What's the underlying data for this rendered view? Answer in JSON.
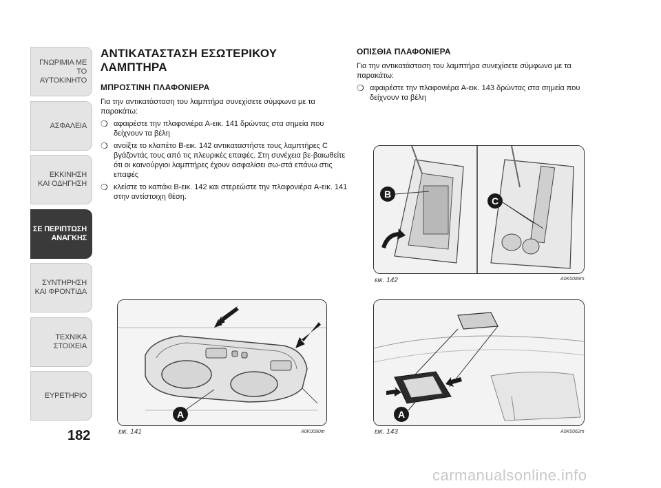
{
  "sidebar": {
    "tabs": [
      {
        "label": "ΓΝΩΡΙΜΙΑ ΜΕ ΤΟ\nΑΥΤΟΚΙΝΗΤΟ",
        "active": false
      },
      {
        "label": "ΑΣΦΑΛΕΙΑ",
        "active": false
      },
      {
        "label": "ΕΚΚΙΝΗΣΗ\nΚΑΙ ΟΔΗΓΗΣΗ",
        "active": false
      },
      {
        "label": "ΣΕ ΠΕΡΙΠΤΩΣΗ\nΑΝΑΓΚΗΣ",
        "active": true
      },
      {
        "label": "ΣΥΝΤΗΡΗΣΗ\nΚΑΙ ΦΡΟΝΤΙΔΑ",
        "active": false
      },
      {
        "label": "ΤΕΧΝΙΚΑ\nΣΤΟΙΧΕΙΑ",
        "active": false
      },
      {
        "label": "ΕΥΡΕΤΗΡΙΟ",
        "active": false
      }
    ],
    "page_number": "182"
  },
  "left": {
    "title_line1": "ΑΝΤΙΚΑΤΑΣΤΑΣΗ ΕΣΩΤΕΡΙΚΟΥ",
    "title_line2": "ΛΑΜΠΤΗΡΑ",
    "subtitle": "ΜΠΡΟΣΤΙΝΗ ΠΛΑΦΟΝΙΕΡΑ",
    "intro": "Για την αντικατάσταση του λαμπτήρα συνεχίσετε σύμφωνα με τα παρακάτω:",
    "bullet_mark": "❍",
    "bullets": [
      "αφαιρέστε την πλαφονιέρα A-εικ. 141 δρώντας στα σημεία που δείχνουν τα βέλη",
      "ανοίξτε το κλαπέτο B-εικ. 142 αντικαταστήστε τους λαμπτήρες C βγάζοντάς τους από τις πλευρικές επαφές. Στη συνέχεια βε-βαιωθείτε ότι οι καινούργιοι λαμπτήρες έχουν ασφαλίσει σω-στά επάνω στις επαφές",
      "κλείστε το καπάκι B-εικ. 142 και στερεώστε την πλαφονιέρα A-εικ. 141 στην αντίστοιχη θέση."
    ]
  },
  "right": {
    "subtitle": "ΟΠΙΣΘΙΑ ΠΛΑΦΟΝΙΕΡΑ",
    "intro": "Για την αντικατάσταση του λαμπτήρα συνεχίσετε σύμφωνα με τα παρακάτω:",
    "bullets": [
      "αφαιρέστε την πλαφονιέρα A-εικ. 143 δρώντας στα σημεία που δείχνουν τα βέλη"
    ]
  },
  "figures": {
    "fig141": {
      "caption": "εικ. 141",
      "code": "A0K0090m",
      "label_a": "A"
    },
    "fig142": {
      "caption": "εικ. 142",
      "code": "A0K0089m",
      "label_b": "B",
      "label_c": "C"
    },
    "fig143": {
      "caption": "εικ. 143",
      "code": "A0K0062m",
      "label_a": "A"
    }
  },
  "watermark": "carmanualsonline.info"
}
